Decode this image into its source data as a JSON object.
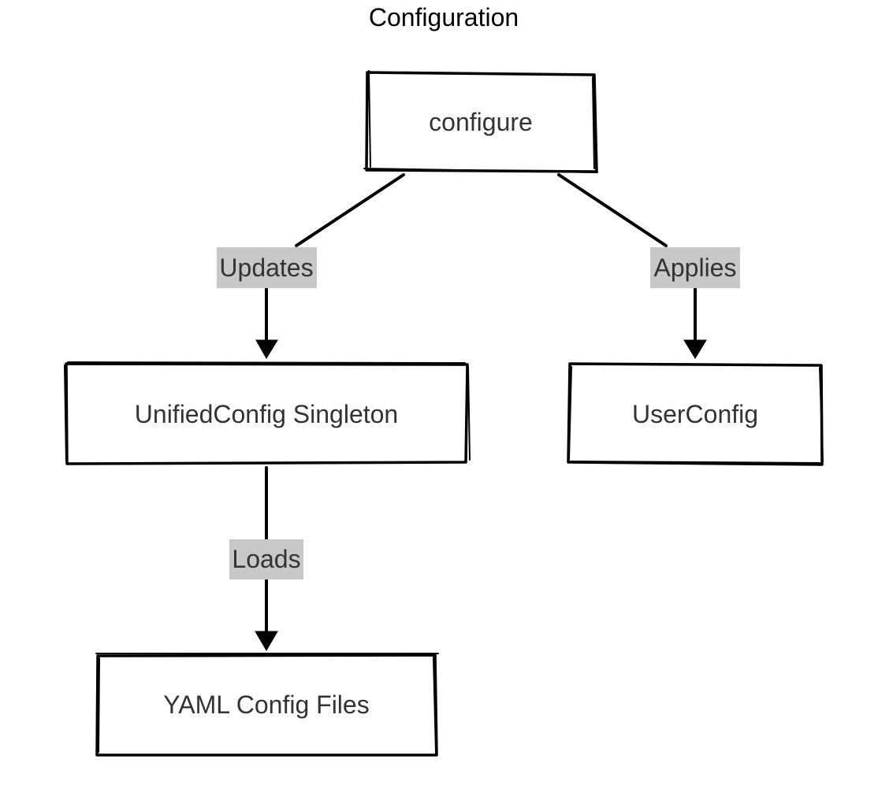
{
  "diagram": {
    "title": "Configuration",
    "nodes": {
      "configure": "configure",
      "unified_config": "UnifiedConfig Singleton",
      "user_config": "UserConfig",
      "yaml_files": "YAML Config Files"
    },
    "edges": {
      "updates": {
        "from": "configure",
        "to": "UnifiedConfig Singleton",
        "label": "Updates"
      },
      "applies": {
        "from": "configure",
        "to": "UserConfig",
        "label": "Applies"
      },
      "loads": {
        "from": "UnifiedConfig Singleton",
        "to": "YAML Config Files",
        "label": "Loads"
      }
    },
    "colors": {
      "stroke": "#000000",
      "node_text": "#333333",
      "edge_label_background": "#c8c8c8"
    }
  }
}
